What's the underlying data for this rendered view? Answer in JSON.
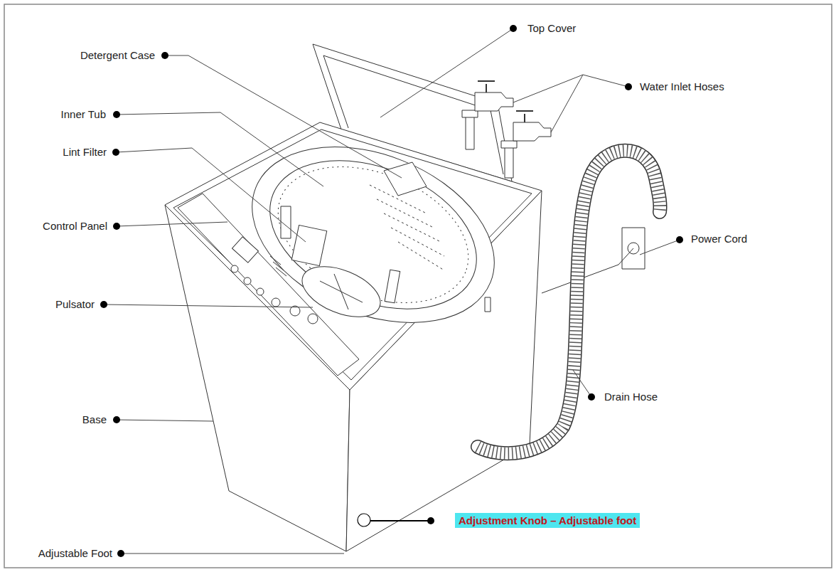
{
  "diagram": {
    "nodes": [
      {
        "text": [
          "Adjustment Knob – Adjustable foot"
        ]
      }
    ],
    "labels": [
      "Top Cover",
      "Detergent Case",
      "Water Inlet Hoses",
      "Inner Tub",
      "Lint Filter",
      "Control Panel",
      "Power Cord",
      "Pulsator",
      "Drain Hose",
      "Base",
      "Adjustable Foot"
    ]
  }
}
